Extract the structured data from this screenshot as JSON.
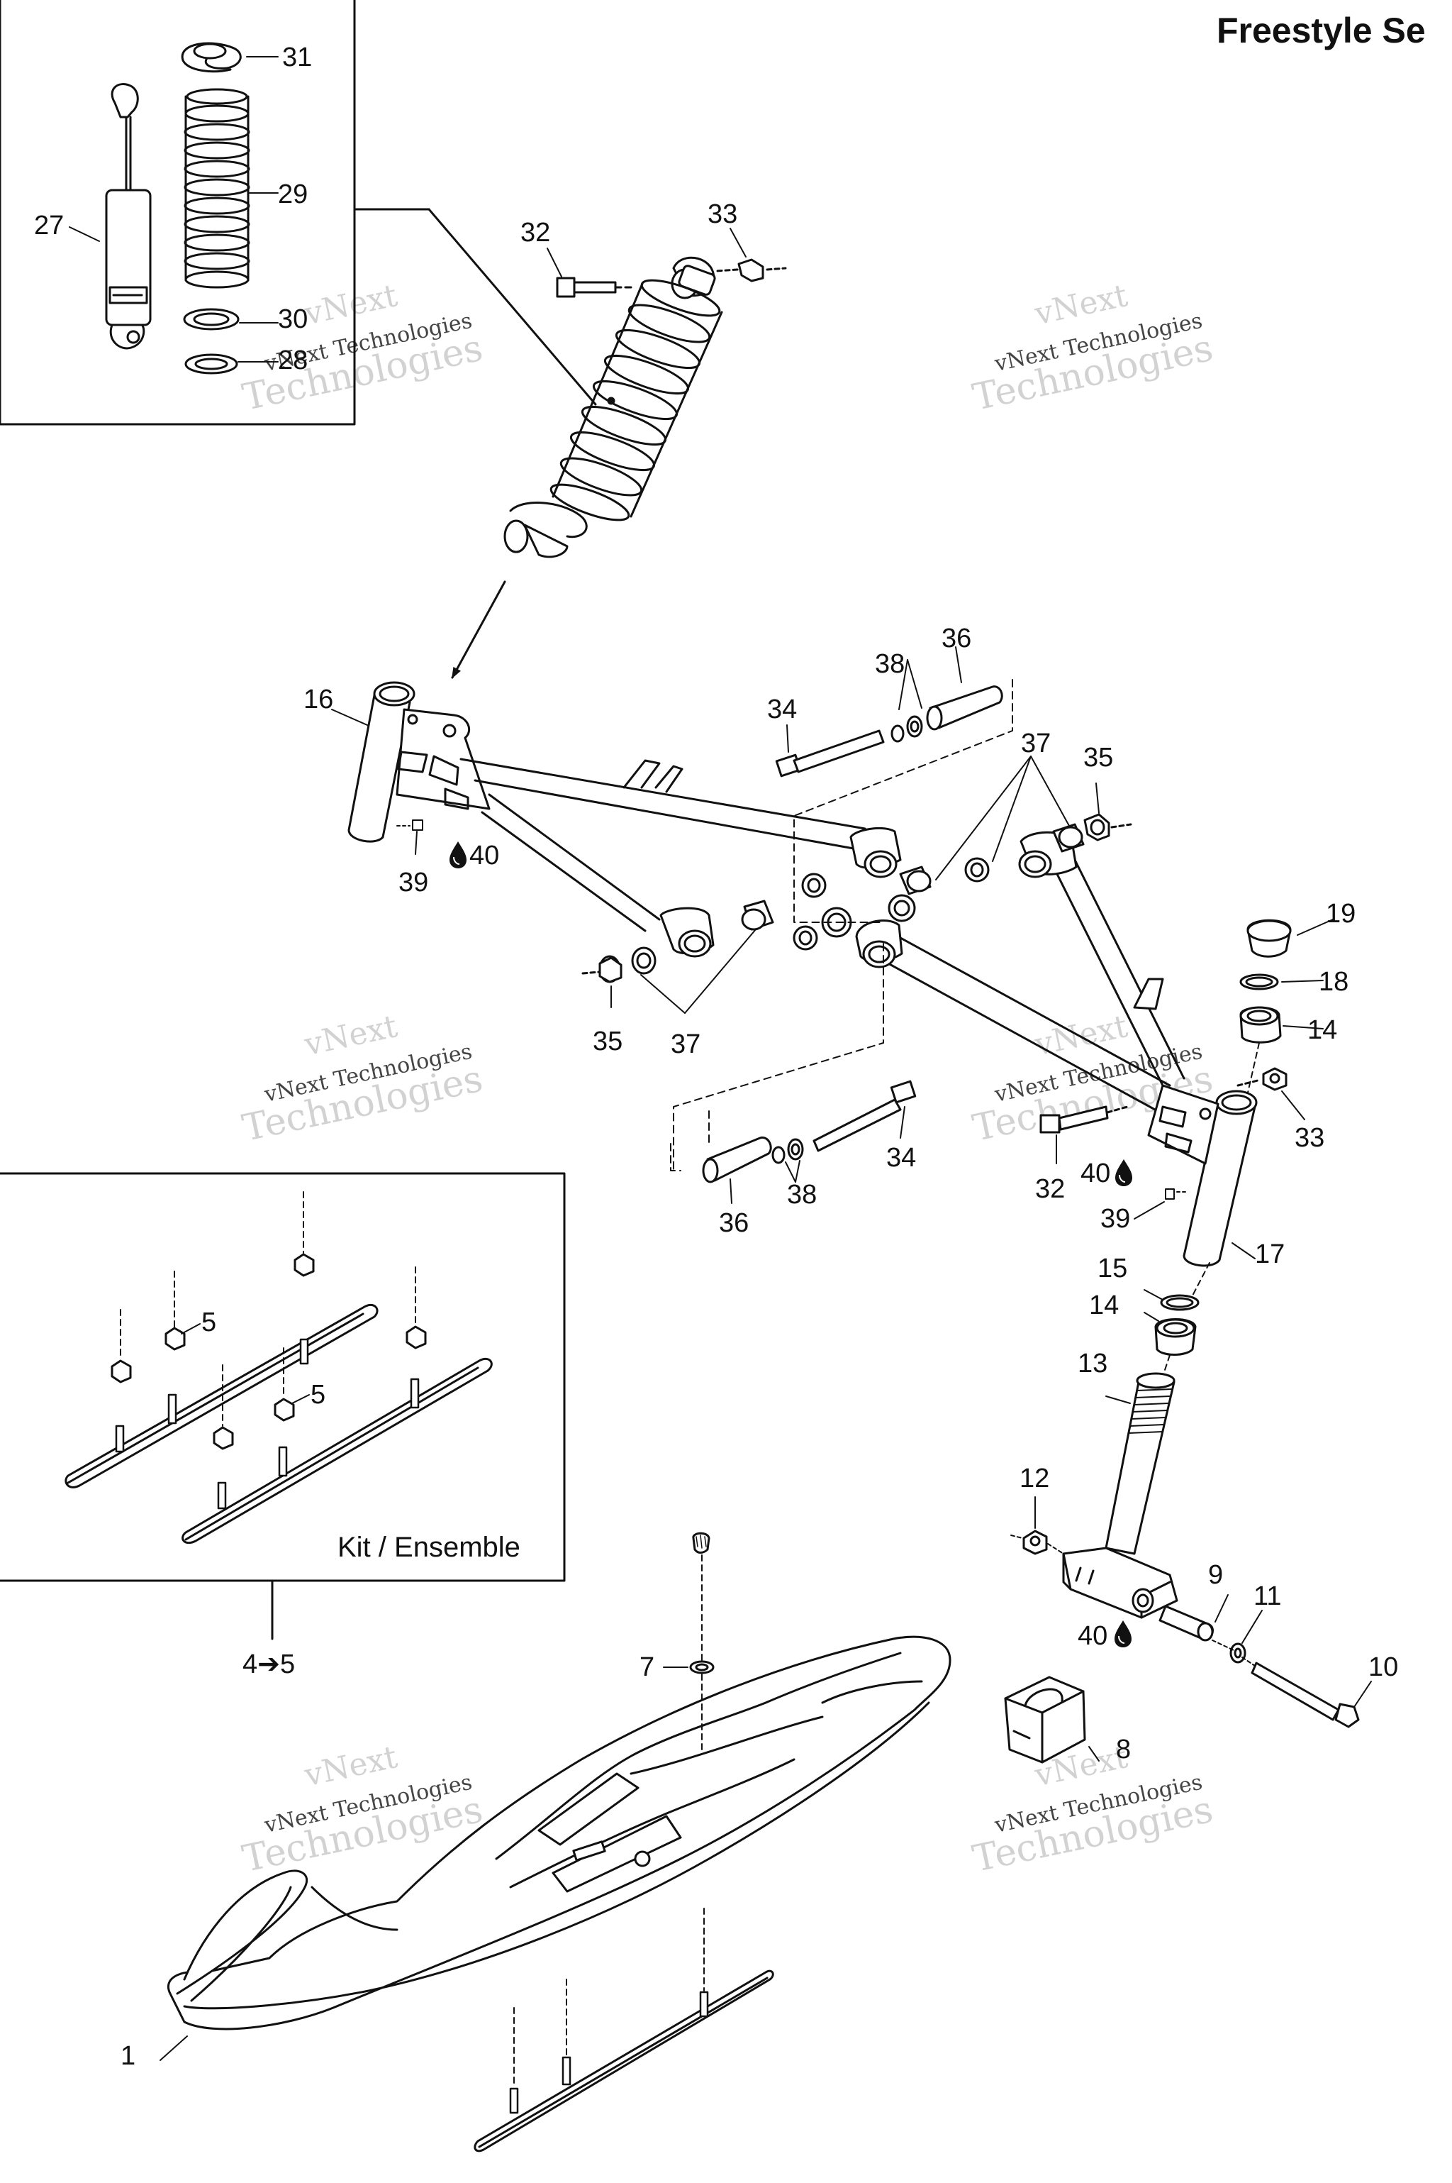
{
  "header": {
    "title": "Freestyle Se"
  },
  "kit_box": {
    "label": "Kit / Ensemble",
    "range_label": "4➔5"
  },
  "watermark": {
    "line1": "vNext",
    "line2": "vNext Technologies",
    "line3": "Technologies"
  },
  "callouts": {
    "c1": "1",
    "c5a": "5",
    "c5b": "5",
    "c7": "7",
    "c8": "8",
    "c9": "9",
    "c10": "10",
    "c11": "11",
    "c12": "12",
    "c13": "13",
    "c14a": "14",
    "c14b": "14",
    "c15": "15",
    "c16": "16",
    "c17": "17",
    "c18": "18",
    "c19": "19",
    "c27": "27",
    "c28": "28",
    "c29": "29",
    "c30": "30",
    "c31": "31",
    "c32a": "32",
    "c32b": "32",
    "c33a": "33",
    "c33b": "33",
    "c34a": "34",
    "c34b": "34",
    "c35a": "35",
    "c35b": "35",
    "c36a": "36",
    "c36b": "36",
    "c37a": "37",
    "c37b": "37",
    "c38a": "38",
    "c38b": "38",
    "c39a": "39",
    "c39b": "39",
    "c40a": "40",
    "c40b": "40",
    "c40c": "40"
  },
  "colors": {
    "line": "#111111",
    "watermark": "#d4d4d4",
    "background": "#ffffff"
  }
}
